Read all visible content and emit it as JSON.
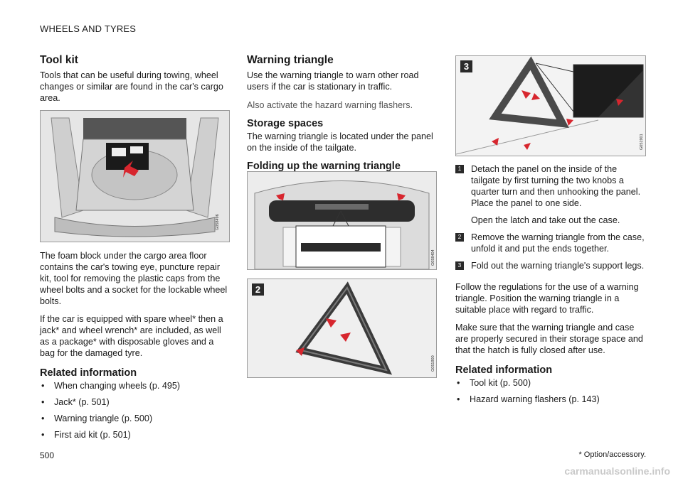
{
  "header": {
    "section": "WHEELS AND TYRES"
  },
  "tool_kit": {
    "title": "Tool kit",
    "intro": "Tools that can be useful during towing, wheel changes or similar are found in the car's cargo area.",
    "image_code": "G058496",
    "para1": "The foam block under the cargo area floor contains the car's towing eye, puncture repair kit, tool for removing the plastic caps from the wheel bolts and a socket for the lockable wheel bolts.",
    "para2": "If the car is equipped with spare wheel* then a jack* and wheel wrench* are included, as well as a package* with disposable gloves and a bag for the damaged tyre.",
    "related_title": "Related information",
    "related": [
      "When changing wheels (p. 495)",
      "Jack* (p. 501)",
      "Warning triangle (p. 500)",
      "First aid kit (p. 501)"
    ]
  },
  "warning_triangle": {
    "title": "Warning triangle",
    "intro": "Use the warning triangle to warn other road users if the car is stationary in traffic.",
    "note": "Also activate the hazard warning flashers.",
    "storage_title": "Storage spaces",
    "storage_text": "The warning triangle is located under the panel on the inside of the tailgate.",
    "folding_title": "Folding up the warning triangle",
    "image1_code": "G058404",
    "image2_badge": "2",
    "image2_code": "G051900",
    "image3_badge": "3",
    "image3_code": "G051901"
  },
  "steps": [
    {
      "num": "1",
      "text": "Detach the panel on the inside of the tailgate by first turning the two knobs a quarter turn and then unhooking the panel. Place the panel to one side.",
      "sub": "Open the latch and take out the case."
    },
    {
      "num": "2",
      "text": "Remove the warning triangle from the case, unfold it and put the ends together."
    },
    {
      "num": "3",
      "text": "Fold out the warning triangle's support legs."
    }
  ],
  "col3": {
    "para1": "Follow the regulations for the use of a warning triangle. Position the warning triangle in a suitable place with regard to traffic.",
    "para2": "Make sure that the warning triangle and case are properly secured in their storage space and that the hatch is fully closed after use.",
    "related_title": "Related information",
    "related": [
      "Tool kit (p. 500)",
      "Hazard warning flashers (p. 143)"
    ]
  },
  "footer": {
    "page": "500",
    "note": "* Option/accessory.",
    "watermark": "carmanualsonline.info"
  },
  "colors": {
    "arrow": "#d7262e",
    "badge": "#2a2a2a"
  }
}
